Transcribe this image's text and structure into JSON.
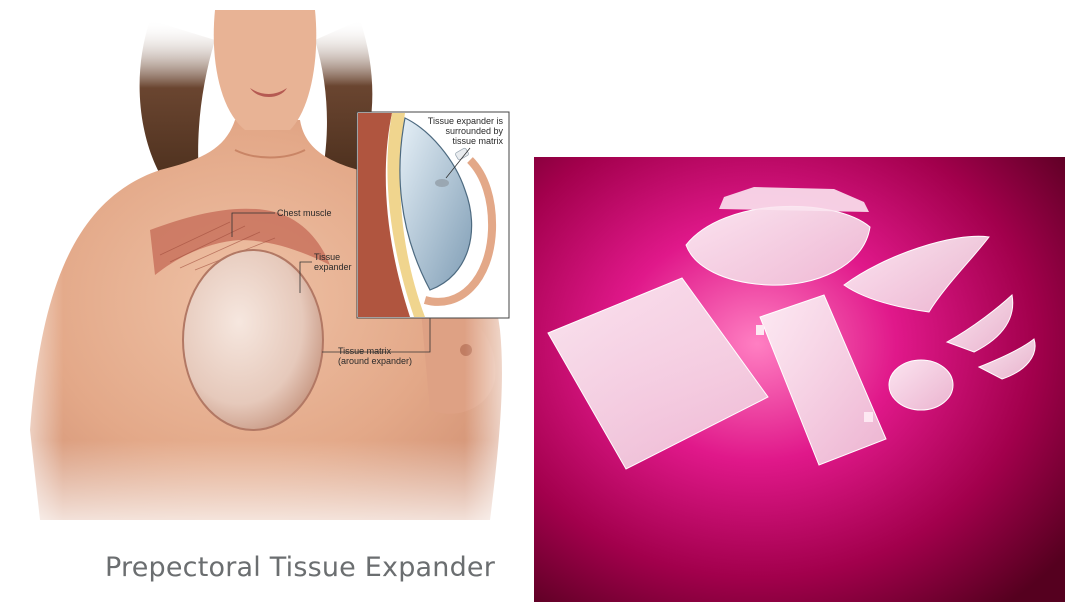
{
  "diagram": {
    "caption": "Prepectoral Tissue Expander",
    "labels": {
      "chest_muscle": "Chest muscle",
      "tissue_expander_line1": "Tissue",
      "tissue_expander_line2": "expander",
      "tissue_matrix_line1": "Tissue matrix",
      "tissue_matrix_line2": "(around expander)",
      "inset_line1": "Tissue expander is",
      "inset_line2": "surrounded by",
      "inset_line3": "tissue matrix"
    }
  },
  "colors": {
    "skin": "#e0a384",
    "skin_shadow": "#c98566",
    "muscle": "#c46a55",
    "hair": "#5a3a26",
    "expander": "#b9c9d6",
    "matrix_background": "#b3004f"
  },
  "icons": [
    "breast-illustration",
    "tissue-expander",
    "cross-section-inset",
    "tissue-matrix-sheets"
  ]
}
